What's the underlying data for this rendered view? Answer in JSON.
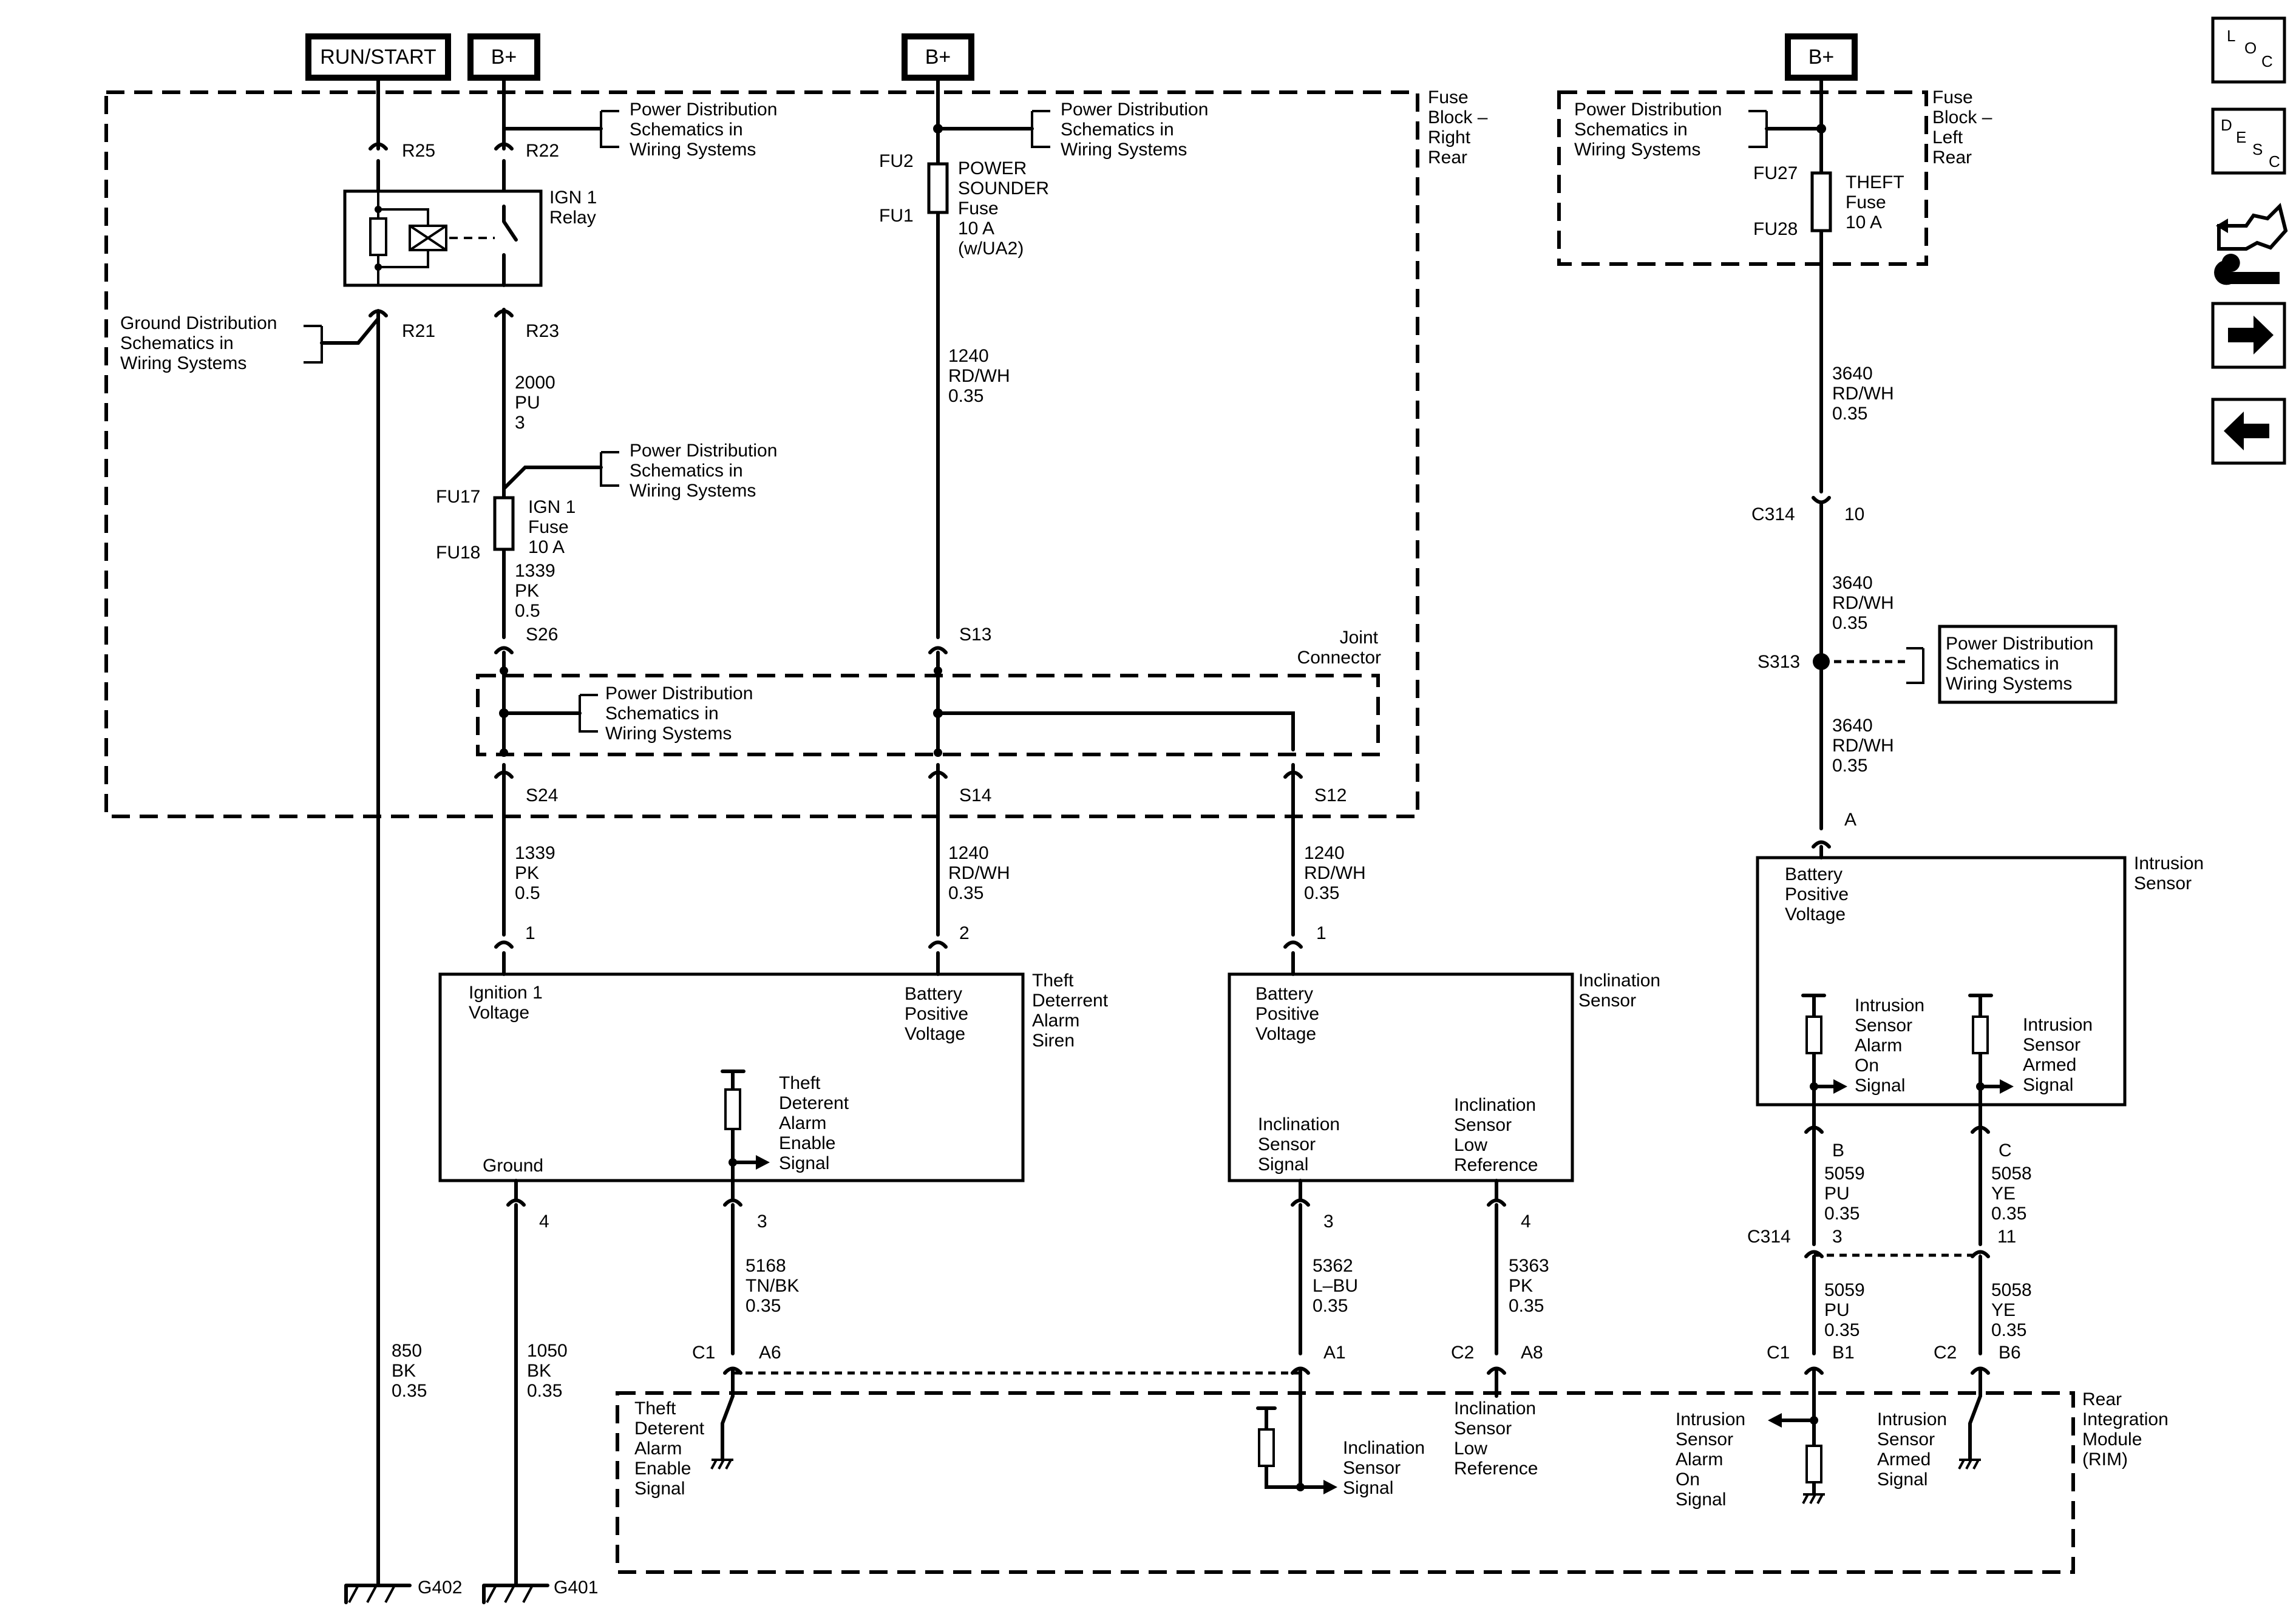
{
  "power_labels": {
    "run_start": "RUN/START",
    "bplus": "B+"
  },
  "fuse_block_rr": [
    "Fuse",
    "Block –",
    "Right",
    "Rear"
  ],
  "fuse_block_lr": [
    "Fuse",
    "Block –",
    "Left",
    "Rear"
  ],
  "power_dist": [
    "Power Distribution",
    "Schematics in",
    "Wiring Systems"
  ],
  "ground_dist": [
    "Ground Distribution",
    "Schematics in",
    "Wiring Systems"
  ],
  "joint_connector": [
    "Joint",
    "Connector"
  ],
  "relay": {
    "name": [
      "IGN 1",
      "Relay"
    ],
    "pins": [
      "R25",
      "R22",
      "R21",
      "R23"
    ]
  },
  "fuses": {
    "sounder": {
      "top": "FU2",
      "bottom": "FU1",
      "label": [
        "POWER",
        "SOUNDER",
        "Fuse",
        "10 A",
        "(w/UA2)"
      ]
    },
    "ign1": {
      "top": "FU17",
      "bottom": "FU18",
      "label": [
        "IGN 1",
        "Fuse",
        "10 A"
      ]
    },
    "theft": {
      "top": "FU27",
      "bottom": "FU28",
      "label": [
        "THEFT",
        "Fuse",
        "10 A"
      ]
    }
  },
  "wires": {
    "w2000": [
      "2000",
      "PU",
      "3"
    ],
    "w1339a": [
      "1339",
      "PK",
      "0.5"
    ],
    "w1339b": [
      "1339",
      "PK",
      "0.5"
    ],
    "w1240a": [
      "1240",
      "RD/WH",
      "0.35"
    ],
    "w1240b": [
      "1240",
      "RD/WH",
      "0.35"
    ],
    "w1240c": [
      "1240",
      "RD/WH",
      "0.35"
    ],
    "w3640a": [
      "3640",
      "RD/WH",
      "0.35"
    ],
    "w3640b": [
      "3640",
      "RD/WH",
      "0.35"
    ],
    "w3640c": [
      "3640",
      "RD/WH",
      "0.35"
    ],
    "w850": [
      "850",
      "BK",
      "0.35"
    ],
    "w1050": [
      "1050",
      "BK",
      "0.35"
    ],
    "w5168": [
      "5168",
      "TN/BK",
      "0.35"
    ],
    "w5362": [
      "5362",
      "L–BU",
      "0.35"
    ],
    "w5363": [
      "5363",
      "PK",
      "0.35"
    ],
    "w5059a": [
      "5059",
      "PU",
      "0.35"
    ],
    "w5059b": [
      "5059",
      "PU",
      "0.35"
    ],
    "w5058a": [
      "5058",
      "YE",
      "0.35"
    ],
    "w5058b": [
      "5058",
      "YE",
      "0.35"
    ]
  },
  "splices": {
    "s26": "S26",
    "s13": "S13",
    "s24": "S24",
    "s14": "S14",
    "s12": "S12",
    "s313": "S313"
  },
  "connectors": {
    "c314": "C314",
    "c314_pin10": "10",
    "c314_pin3": "3",
    "c314_pin11": "11",
    "c1": "C1",
    "c2": "C2",
    "a6": "A6",
    "a1": "A1",
    "a8": "A8",
    "b1": "B1",
    "b6": "B6",
    "is_a": "A",
    "is_b": "B",
    "is_c": "C",
    "siren_p1": "1",
    "siren_p2": "2",
    "siren_p3": "3",
    "siren_p4": "4",
    "incl_p1": "1",
    "incl_p3": "3",
    "incl_p4": "4"
  },
  "grounds": {
    "g402": "G402",
    "g401": "G401"
  },
  "siren": {
    "name": [
      "Theft",
      "Deterrent",
      "Alarm",
      "Siren"
    ],
    "ign": [
      "Ignition 1",
      "Voltage"
    ],
    "batt": [
      "Battery",
      "Positive",
      "Voltage"
    ],
    "ground": "Ground",
    "enable": [
      "Theft",
      "Deterent",
      "Alarm",
      "Enable",
      "Signal"
    ]
  },
  "incl": {
    "name": [
      "Inclination",
      "Sensor"
    ],
    "batt": [
      "Battery",
      "Positive",
      "Voltage"
    ],
    "sig": [
      "Inclination",
      "Sensor",
      "Signal"
    ],
    "low": [
      "Inclination",
      "Sensor",
      "Low",
      "Reference"
    ]
  },
  "intr": {
    "name": [
      "Intrusion",
      "Sensor"
    ],
    "batt": [
      "Battery",
      "Positive",
      "Voltage"
    ],
    "alarm": [
      "Intrusion",
      "Sensor",
      "Alarm",
      "On",
      "Signal"
    ],
    "armed": [
      "Intrusion",
      "Sensor",
      "Armed",
      "Signal"
    ]
  },
  "rim": {
    "name": [
      "Rear",
      "Integration",
      "Module",
      "(RIM)"
    ],
    "enable": [
      "Theft",
      "Deterent",
      "Alarm",
      "Enable",
      "Signal"
    ],
    "incl_sig": [
      "Inclination",
      "Sensor",
      "Signal"
    ],
    "incl_low": [
      "Inclination",
      "Sensor",
      "Low",
      "Reference"
    ],
    "alarm": [
      "Intrusion",
      "Sensor",
      "Alarm",
      "On",
      "Signal"
    ],
    "armed": [
      "Intrusion",
      "Sensor",
      "Armed",
      "Signal"
    ]
  },
  "nav": {
    "loc": [
      "L",
      "O",
      "C"
    ],
    "desc": [
      "D",
      "E",
      "S",
      "C"
    ]
  }
}
